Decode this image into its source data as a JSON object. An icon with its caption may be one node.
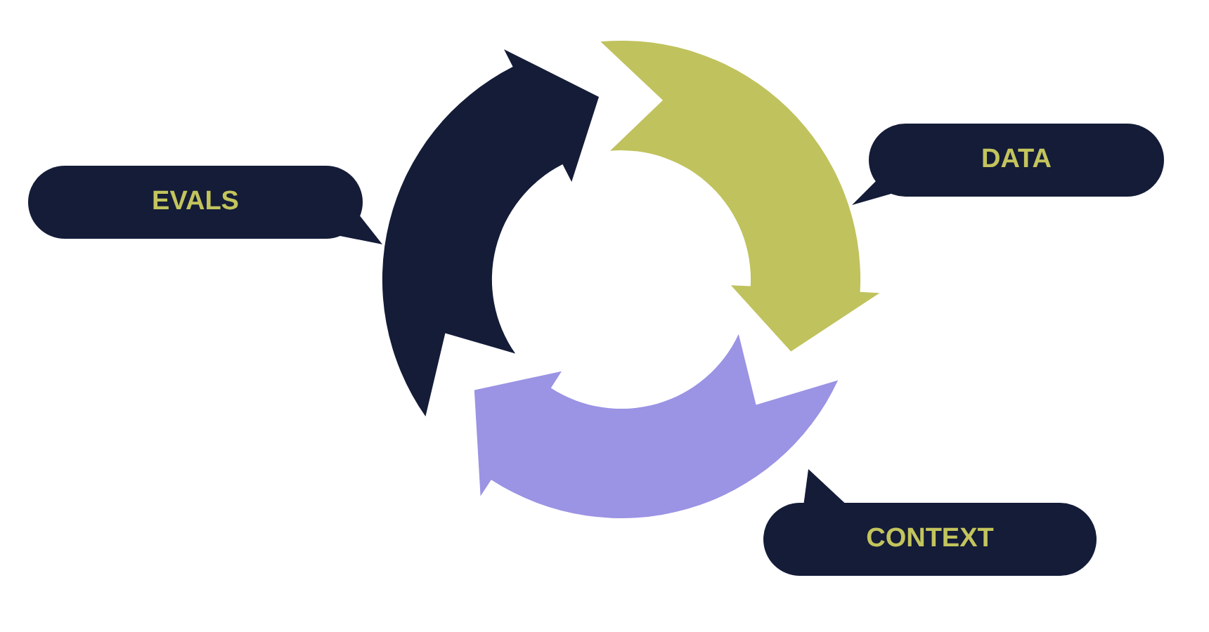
{
  "diagram": {
    "nodes": [
      {
        "text": [
          "EVALS"
        ]
      },
      {
        "text": [
          "DATA"
        ]
      },
      {
        "text": [
          "CONTEXT"
        ]
      }
    ]
  }
}
